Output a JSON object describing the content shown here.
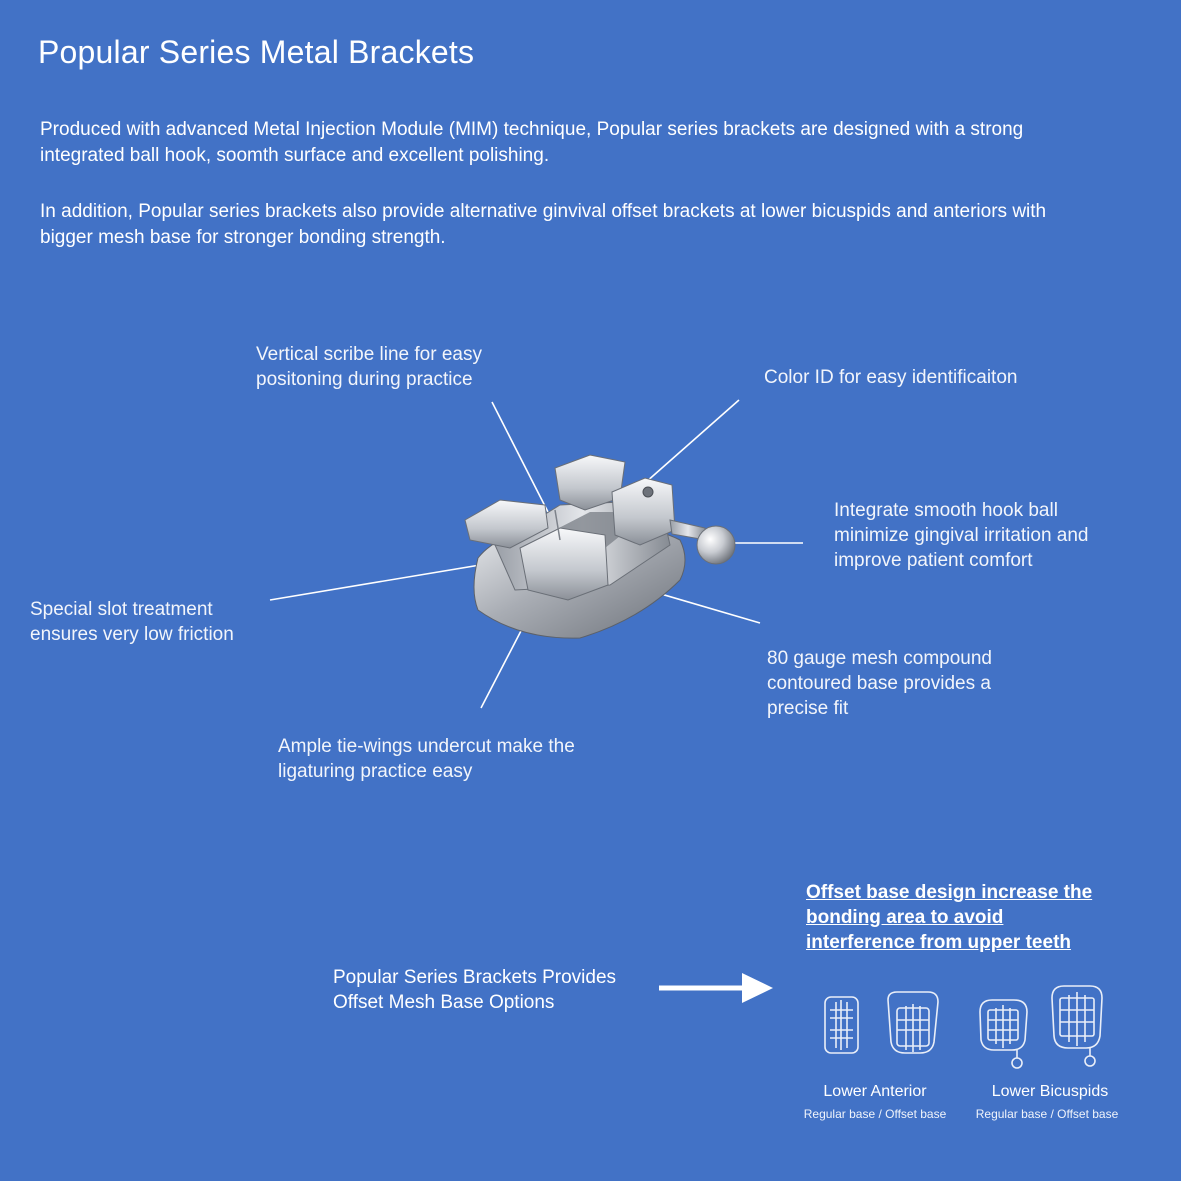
{
  "title": "Popular Series Metal Brackets",
  "intro": {
    "p1": "Produced with advanced Metal Injection Module (MIM) technique, Popular series brackets are designed with a strong integrated ball hook, soomth surface and excellent polishing.",
    "p2": "In addition, Popular series brackets also provide alternative ginvival offset brackets at lower bicuspids and anteriors with bigger mesh base for stronger bonding strength."
  },
  "callouts": {
    "scribe": "Vertical scribe line for easy\npositoning during practice",
    "color_id": "Color ID for easy identificaiton",
    "hook": "Integrate smooth hook ball\nminimize gingival irritation and\nimprove patient comfort",
    "slot": "Special slot treatment\nensures very low friction",
    "mesh": "80 gauge mesh compound\ncontoured base provides a\nprecise fit",
    "tie_wings": "Ample tie-wings undercut make the\nligaturing practice easy"
  },
  "offset": {
    "heading": "Offset base design increase the\nbonding area to avoid\ninterference from upper teeth",
    "provides": "Popular Series Brackets Provides\nOffset Mesh Base Options",
    "groups": [
      {
        "label": "Lower Anterior",
        "sub": "Regular base / Offset base"
      },
      {
        "label": "Lower Bicuspids",
        "sub": "Regular base / Offset base"
      }
    ]
  },
  "colors": {
    "background": "#4272c6",
    "text": "#ffffff",
    "metal": "#c9ccd2"
  }
}
